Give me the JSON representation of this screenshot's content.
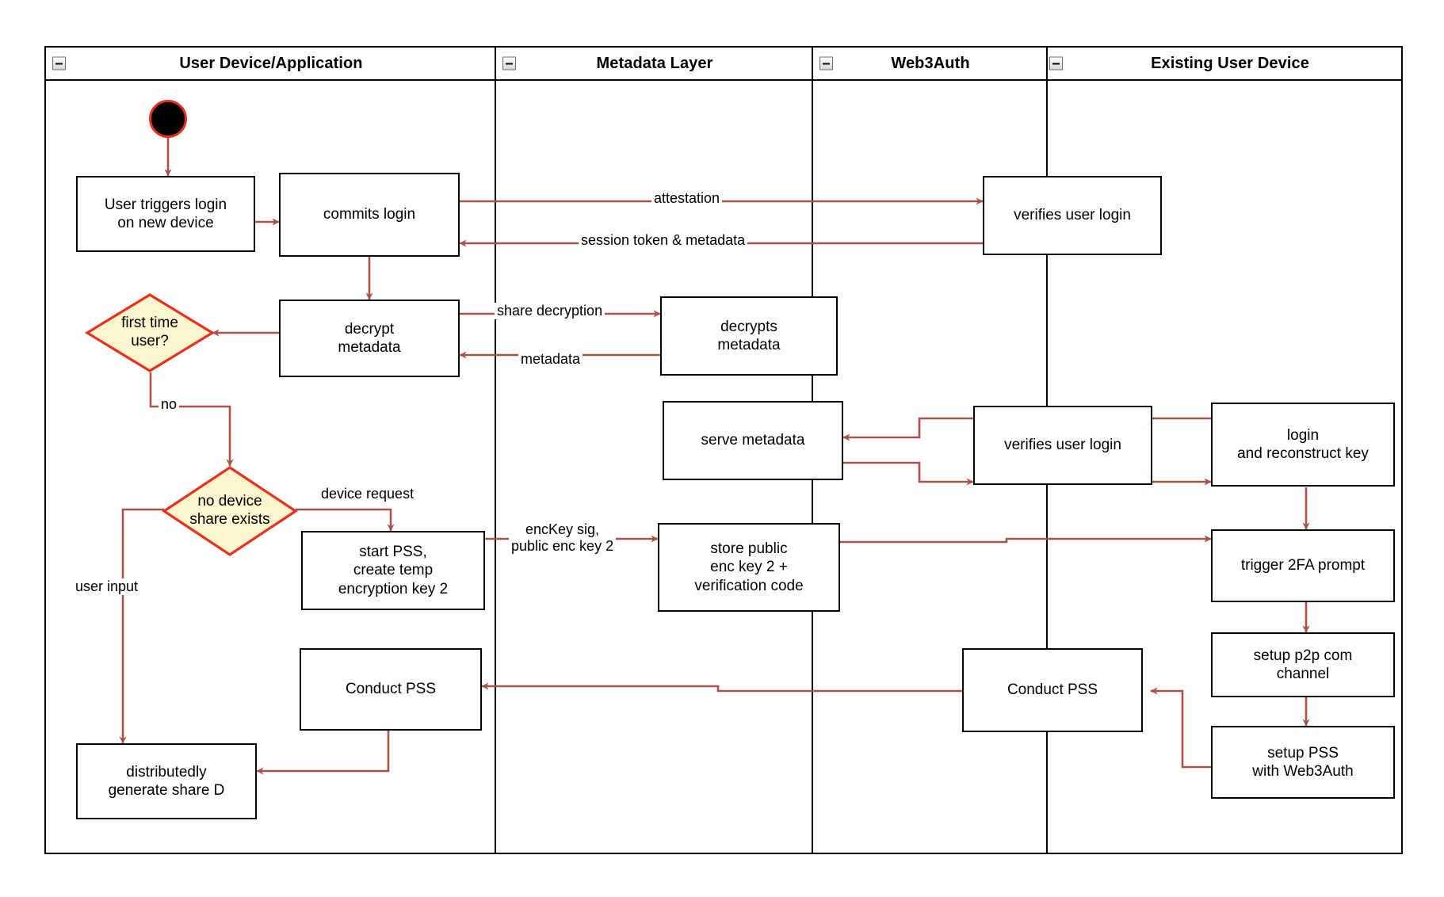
{
  "diagram": {
    "type": "swimlane-activity-diagram",
    "lanes": [
      {
        "id": "user-device",
        "title": "User Device/Application"
      },
      {
        "id": "metadata-layer",
        "title": "Metadata Layer"
      },
      {
        "id": "web3auth",
        "title": "Web3Auth"
      },
      {
        "id": "existing-user-device",
        "title": "Existing User Device"
      }
    ],
    "colors": {
      "edge": "#a9544a",
      "lane_border": "#000000",
      "node_border": "#000000",
      "node_fill": "#ffffff",
      "decision_fill": "#fcf6ce",
      "decision_border": "#e8301c",
      "start_fill": "#000000",
      "start_border": "#e8301c"
    },
    "nodes": [
      {
        "id": "start",
        "lane": "user-device",
        "shape": "start",
        "label": ""
      },
      {
        "id": "user-triggers-login",
        "lane": "user-device",
        "shape": "rect",
        "label": "User triggers login\non new device"
      },
      {
        "id": "commits-login",
        "lane": "user-device",
        "shape": "rect",
        "label": "commits login"
      },
      {
        "id": "decrypt-metadata",
        "lane": "user-device",
        "shape": "rect",
        "label": "decrypt\nmetadata"
      },
      {
        "id": "first-time-user",
        "lane": "user-device",
        "shape": "decision",
        "label": "first time\nuser?"
      },
      {
        "id": "no-device-share-exists",
        "lane": "user-device",
        "shape": "decision",
        "label": "no device\nshare exists"
      },
      {
        "id": "start-pss",
        "lane": "user-device",
        "shape": "rect",
        "label": "start PSS,\ncreate temp\nencryption key 2"
      },
      {
        "id": "conduct-pss-user",
        "lane": "user-device",
        "shape": "rect",
        "label": "Conduct PSS"
      },
      {
        "id": "distributedly-generate-share-d",
        "lane": "user-device",
        "shape": "rect",
        "label": "distributedly\ngenerate share D"
      },
      {
        "id": "decrypts-metadata",
        "lane": "metadata-layer",
        "shape": "rect",
        "label": "decrypts\nmetadata"
      },
      {
        "id": "serve-metadata",
        "lane": "metadata-layer",
        "shape": "rect",
        "label": "serve metadata"
      },
      {
        "id": "store-public-enc-key",
        "lane": "metadata-layer",
        "shape": "rect",
        "label": "store public\nenc key 2 +\nverification code"
      },
      {
        "id": "verifies-user-login-1",
        "lane": "web3auth",
        "shape": "rect",
        "label": "verifies user login"
      },
      {
        "id": "verifies-user-login-2",
        "lane": "web3auth",
        "shape": "rect",
        "label": "verifies user login"
      },
      {
        "id": "conduct-pss-web3auth",
        "lane": "web3auth",
        "shape": "rect",
        "label": "Conduct PSS"
      },
      {
        "id": "login-and-reconstruct-key",
        "lane": "existing-user-device",
        "shape": "rect",
        "label": "login\nand reconstruct key"
      },
      {
        "id": "trigger-2fa-prompt",
        "lane": "existing-user-device",
        "shape": "rect",
        "label": "trigger 2FA prompt"
      },
      {
        "id": "setup-p2p-com-channel",
        "lane": "existing-user-device",
        "shape": "rect",
        "label": "setup p2p com\nchannel"
      },
      {
        "id": "setup-pss-with-web3auth",
        "lane": "existing-user-device",
        "shape": "rect",
        "label": "setup PSS\nwith Web3Auth"
      }
    ],
    "edge_labels": [
      {
        "id": "attestation",
        "text": "attestation",
        "from": "commits-login",
        "to": "verifies-user-login-1"
      },
      {
        "id": "session-token-metadata",
        "text": "session token & metadata",
        "from": "verifies-user-login-1",
        "to": "commits-login"
      },
      {
        "id": "share-decryption",
        "text": "share decryption",
        "from": "decrypt-metadata",
        "to": "decrypts-metadata"
      },
      {
        "id": "metadata",
        "text": "metadata",
        "from": "decrypts-metadata",
        "to": "decrypt-metadata"
      },
      {
        "id": "no",
        "text": "no",
        "from": "first-time-user",
        "to": "no-device-share-exists"
      },
      {
        "id": "device-request",
        "text": "device request",
        "from": "no-device-share-exists",
        "to": "start-pss"
      },
      {
        "id": "user-input",
        "text": "user input",
        "from": "no-device-share-exists",
        "to": "distributedly-generate-share-d"
      },
      {
        "id": "enckey-sig",
        "text": "encKey sig,\npublic enc key 2",
        "from": "start-pss",
        "to": "store-public-enc-key"
      }
    ]
  }
}
